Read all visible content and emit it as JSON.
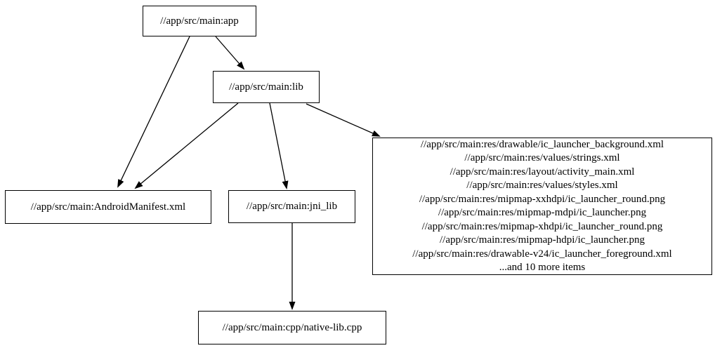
{
  "diagram": {
    "kind": "build-dependency-graph",
    "colors": {
      "background": "#ffffff",
      "node_fill": "#ffffff",
      "node_border": "#000000",
      "edge": "#000000",
      "text": "#000000"
    },
    "nodes": {
      "app": {
        "label": "//app/src/main:app"
      },
      "lib": {
        "label": "//app/src/main:lib"
      },
      "manifest": {
        "label": "//app/src/main:AndroidManifest.xml"
      },
      "jni_lib": {
        "label": "//app/src/main:jni_lib"
      },
      "native_cpp": {
        "label": "//app/src/main:cpp/native-lib.cpp"
      },
      "res_group": {
        "lines": [
          "//app/src/main:res/drawable/ic_launcher_background.xml",
          "//app/src/main:res/values/strings.xml",
          "//app/src/main:res/layout/activity_main.xml",
          "//app/src/main:res/values/styles.xml",
          "//app/src/main:res/mipmap-xxhdpi/ic_launcher_round.png",
          "//app/src/main:res/mipmap-mdpi/ic_launcher.png",
          "//app/src/main:res/mipmap-xhdpi/ic_launcher_round.png",
          "//app/src/main:res/mipmap-hdpi/ic_launcher.png",
          "//app/src/main:res/drawable-v24/ic_launcher_foreground.xml",
          "...and 10 more items"
        ]
      }
    },
    "edges": [
      {
        "from": "//app/src/main:app",
        "to": "//app/src/main:AndroidManifest.xml"
      },
      {
        "from": "//app/src/main:app",
        "to": "//app/src/main:lib"
      },
      {
        "from": "//app/src/main:lib",
        "to": "//app/src/main:AndroidManifest.xml"
      },
      {
        "from": "//app/src/main:lib",
        "to": "//app/src/main:jni_lib"
      },
      {
        "from": "//app/src/main:lib",
        "to": "res-group"
      },
      {
        "from": "//app/src/main:jni_lib",
        "to": "//app/src/main:cpp/native-lib.cpp"
      }
    ]
  }
}
